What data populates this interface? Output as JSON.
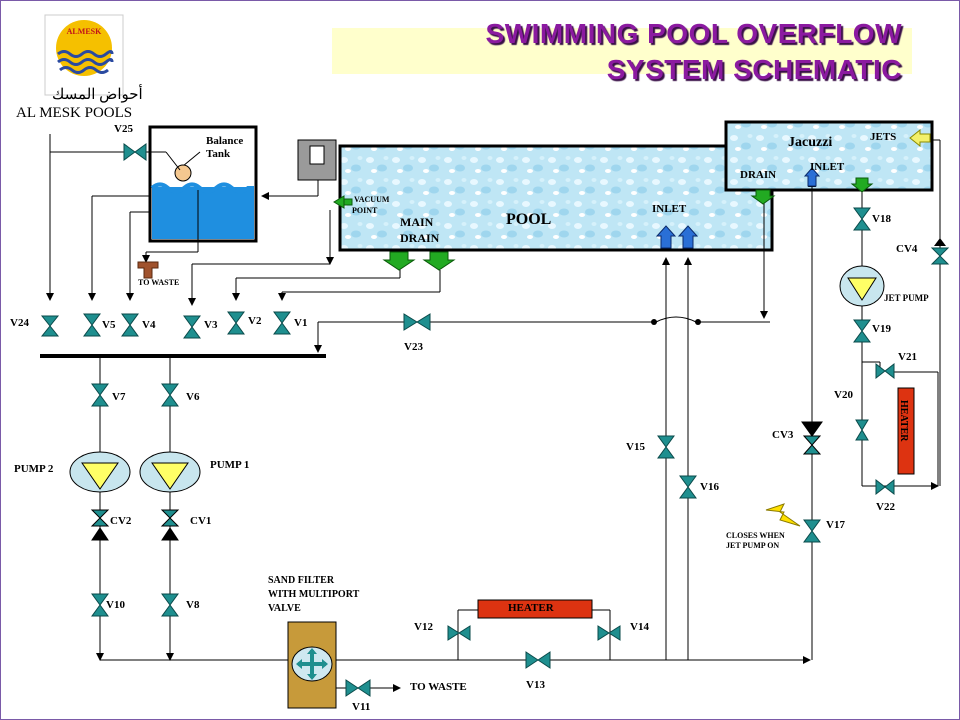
{
  "title": {
    "line1": "SWIMMING POOL OVERFLOW",
    "line2": "SYSTEM SCHEMATIC"
  },
  "logo": {
    "badge": "ALMESK",
    "arabic": "أحواض المسك",
    "company": "AL MESK POOLS"
  },
  "labels": {
    "pool": "POOL",
    "jacuzzi": "Jacuzzi",
    "balance_tank_1": "Balance",
    "balance_tank_2": "Tank",
    "jets": "JETS",
    "inlet_jacuzzi": "INLET",
    "drain_jacuzzi": "DRAIN",
    "inlet_pool": "INLET",
    "main_drain_1": "MAIN",
    "main_drain_2": "DRAIN",
    "vacuum_1": "VACUUM",
    "vacuum_2": "POINT",
    "to_waste_small": "TO WASTE",
    "to_waste": "TO WASTE",
    "jet_pump": "JET PUMP",
    "pump1": "PUMP 1",
    "pump2": "PUMP 2",
    "heater_main": "HEATER",
    "heater_side": "HEATER",
    "sand_filter_1": "SAND FILTER",
    "sand_filter_2": "WITH MULTIPORT",
    "sand_filter_3": "VALVE",
    "closes_1": "CLOSES WHEN",
    "closes_2": "JET PUMP ON"
  },
  "valves": {
    "v1": "V1",
    "v2": "V2",
    "v3": "V3",
    "v4": "V4",
    "v5": "V5",
    "v6": "V6",
    "v7": "V7",
    "v8": "V8",
    "v10": "V10",
    "v11": "V11",
    "v12": "V12",
    "v13": "V13",
    "v14": "V14",
    "v15": "V15",
    "v16": "V16",
    "v17": "V17",
    "v18": "V18",
    "v19": "V19",
    "v20": "V20",
    "v21": "V21",
    "v22": "V22",
    "v23": "V23",
    "v24": "V24",
    "v25": "V25"
  },
  "check_valves": {
    "cv1": "CV1",
    "cv2": "CV2",
    "cv3": "CV3",
    "cv4": "CV4"
  },
  "colors": {
    "valve": "#1f8f8f",
    "pipe": "#000000",
    "water": "#3399cc",
    "heater": "#dd3311",
    "pump": "#ffff66",
    "filter": "#c79a3a",
    "title": "#8b1aa0",
    "arrow_green": "#22aa22",
    "arrow_blue": "#2a6fd6"
  }
}
